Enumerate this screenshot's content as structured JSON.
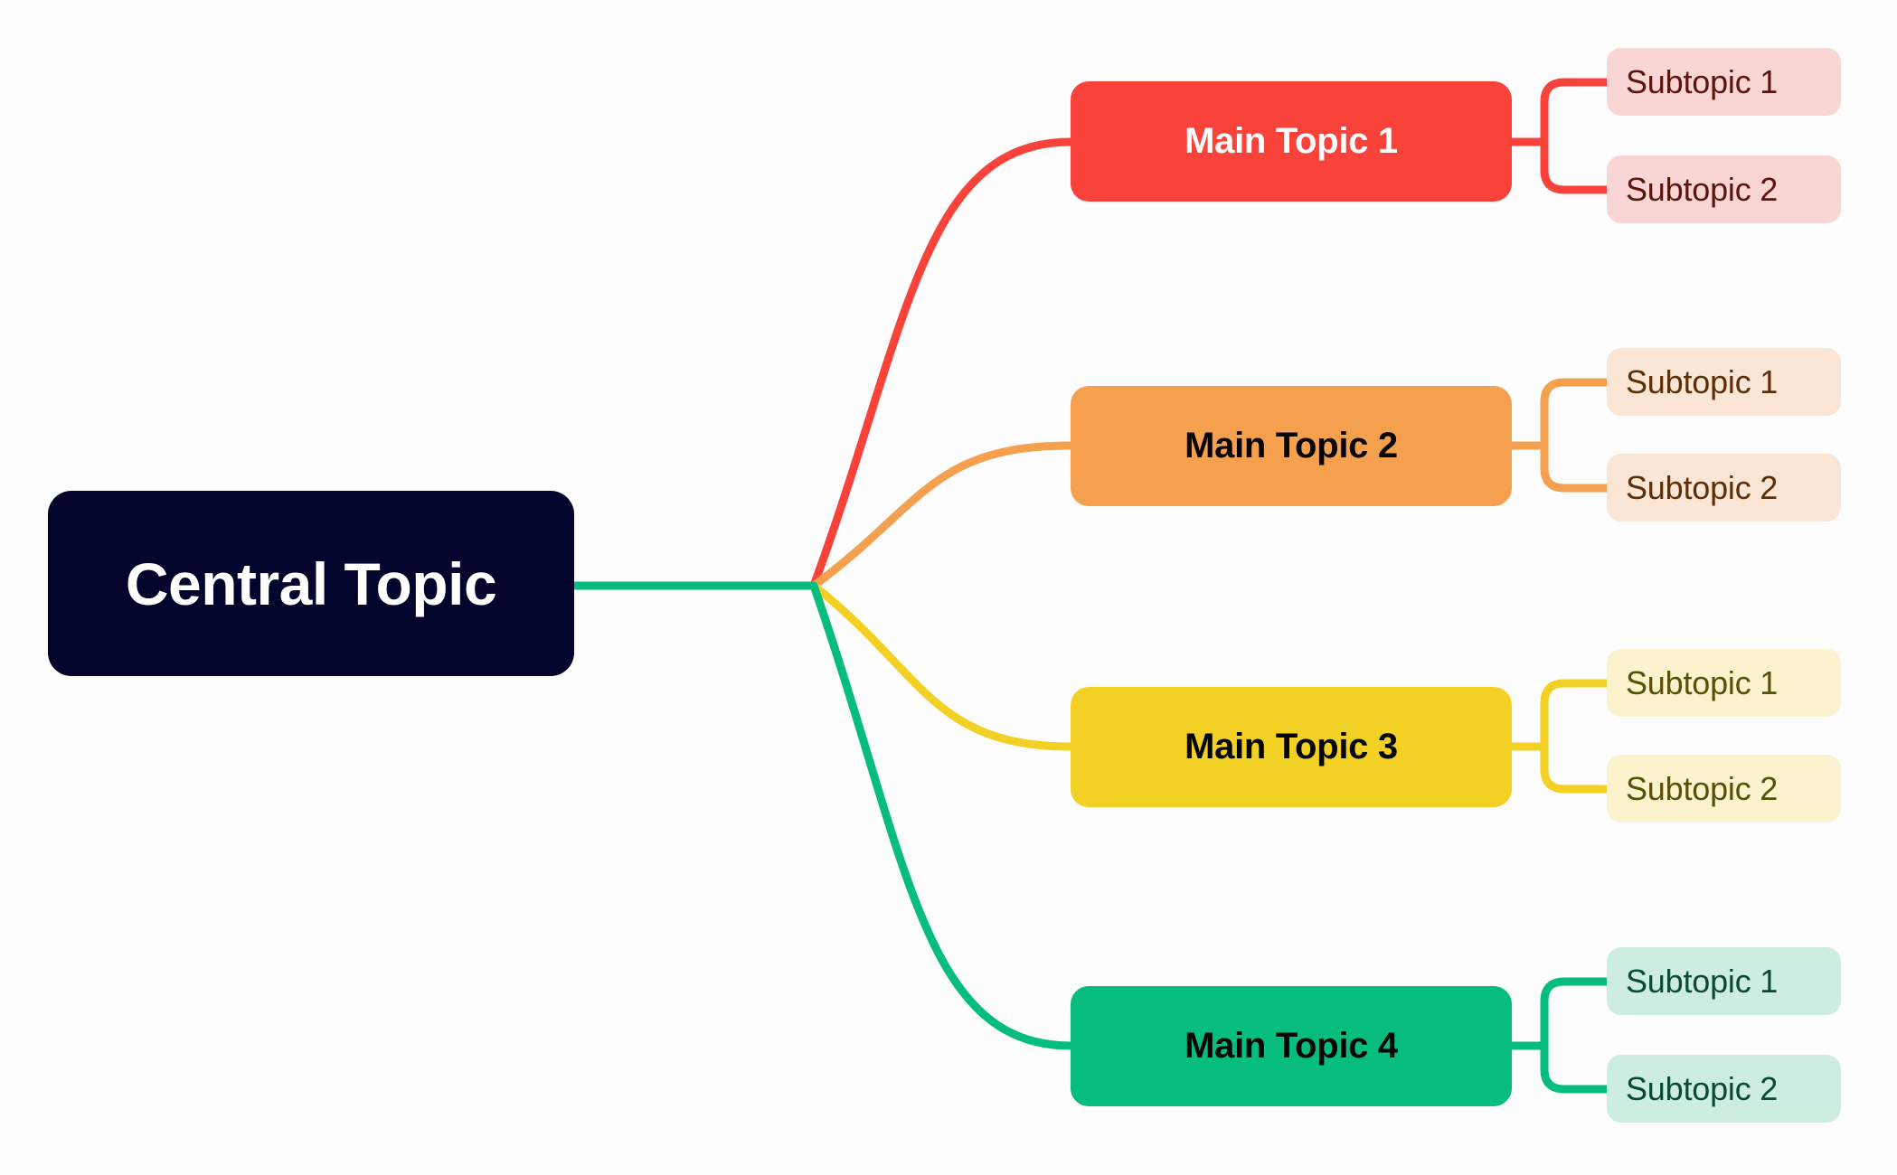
{
  "diagram": {
    "type": "mind-map",
    "background_color": "#fdfdfd",
    "central": {
      "label": "Central Topic",
      "fill": "#02042b",
      "text_color": "#ffffff"
    },
    "branches": [
      {
        "label": "Main Topic 1",
        "fill": "#f9423a",
        "text_color": "#ffffff",
        "connector_color": "#f9423a",
        "subtopics": [
          {
            "label": "Subtopic 1",
            "fill": "#f9d5d3",
            "text_color": "#5c1410"
          },
          {
            "label": "Subtopic 2",
            "fill": "#f9d5d3",
            "text_color": "#5c1410"
          }
        ]
      },
      {
        "label": "Main Topic 2",
        "fill": "#f5a04e",
        "text_color": "#050505",
        "connector_color": "#f5a04e",
        "subtopics": [
          {
            "label": "Subtopic 1",
            "fill": "#fbe5d5",
            "text_color": "#5b3008"
          },
          {
            "label": "Subtopic 2",
            "fill": "#fbe5d5",
            "text_color": "#5b3008"
          }
        ]
      },
      {
        "label": "Main Topic 3",
        "fill": "#f2d024",
        "text_color": "#050505",
        "connector_color": "#f2d024",
        "subtopics": [
          {
            "label": "Subtopic 1",
            "fill": "#faf3ce",
            "text_color": "#594f07"
          },
          {
            "label": "Subtopic 2",
            "fill": "#faf3ce",
            "text_color": "#594f07"
          }
        ]
      },
      {
        "label": "Main Topic 4",
        "fill": "#07bd7e",
        "text_color": "#050505",
        "connector_color": "#07bd7e",
        "subtopics": [
          {
            "label": "Subtopic 1",
            "fill": "#cdeedf",
            "text_color": "#0a4a32"
          },
          {
            "label": "Subtopic 2",
            "fill": "#cdeedf",
            "text_color": "#0a4a32"
          }
        ]
      }
    ]
  }
}
